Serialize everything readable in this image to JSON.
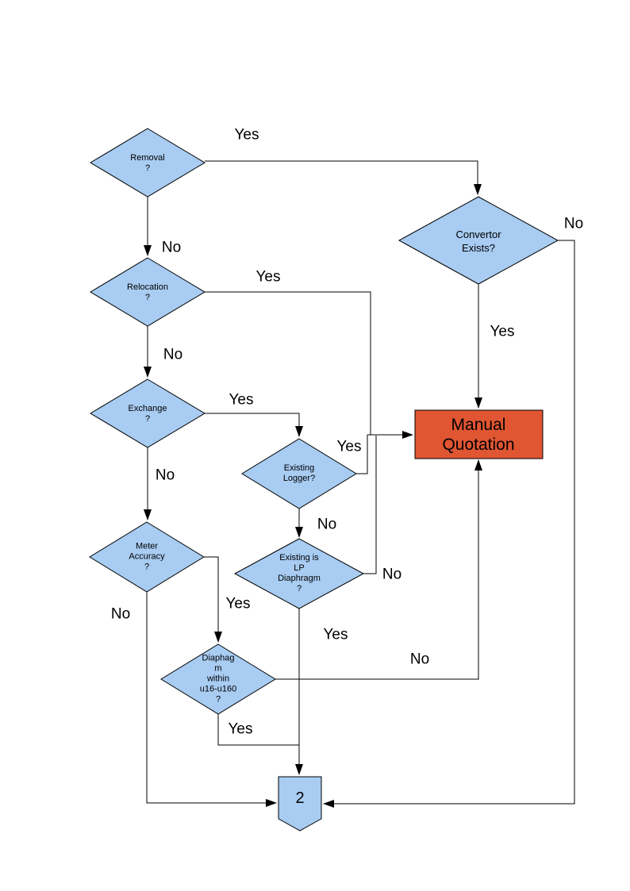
{
  "colors": {
    "background": "#FFFFFF",
    "diamond_fill": "#A8CCF2",
    "process_fill": "#E05532",
    "stroke": "#000000",
    "text": "#000000"
  },
  "nodes": {
    "removal": {
      "lines": [
        "Removal",
        "?"
      ]
    },
    "relocation": {
      "lines": [
        "Relocation",
        "?"
      ]
    },
    "exchange": {
      "lines": [
        "Exchange",
        "?"
      ]
    },
    "meter_accuracy": {
      "lines": [
        "Meter",
        "Accuracy",
        "?"
      ]
    },
    "existing_logger": {
      "lines": [
        "Existing",
        "Logger?"
      ]
    },
    "existing_lp": {
      "lines": [
        "Existing is",
        "LP",
        "Diaphragm",
        "?"
      ]
    },
    "diaphragm_within": {
      "lines": [
        "Diaphag",
        "m",
        "within",
        "u16-u160",
        "?"
      ]
    },
    "convertor": {
      "lines": [
        "Convertor",
        "Exists?"
      ]
    },
    "manual_quotation": {
      "lines": [
        "Manual",
        "Quotation"
      ]
    },
    "connector": {
      "label": "2"
    }
  },
  "edges": {
    "removal_yes": "Yes",
    "removal_no": "No",
    "relocation_yes": "Yes",
    "relocation_no": "No",
    "exchange_yes": "Yes",
    "exchange_no": "No",
    "logger_yes": "Yes",
    "logger_no": "No",
    "lp_no": "No",
    "lp_yes": "Yes",
    "meter_yes": "Yes",
    "meter_no": "No",
    "diaphragm_no": "No",
    "diaphragm_yes": "Yes",
    "convertor_yes": "Yes",
    "convertor_no": "No"
  }
}
